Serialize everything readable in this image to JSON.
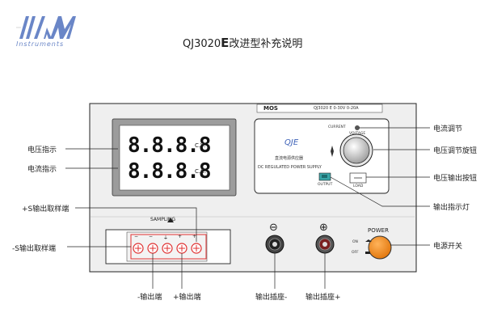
{
  "header": {
    "logo_text": "IIM",
    "logo_sub": "Instruments",
    "title_prefix": "QJ3020",
    "title_letter": "E",
    "title_suffix": "改进型补充说明"
  },
  "panel": {
    "top_bar": {
      "brand": "MOS",
      "model": "QJ3020 E 0-30V 0-20A"
    },
    "meters": {
      "voltage_digits": "8.8.8.8",
      "voltage_unit": "C.V.",
      "current_digits": "8.8.8.8",
      "current_unit": "C.C."
    },
    "sampling_label": "SAMPLING",
    "terminal_signs": [
      "−",
      "−",
      "⏚",
      "+",
      "+"
    ],
    "control_box": {
      "current_label": "CURRENT",
      "voltage_label": "VOLTAGE",
      "brand_mark": "QJE",
      "cn_name": "直流电源供应器",
      "en_name": "DC REGULATED POWER SUPPLY",
      "output_label": "OUTPUT",
      "load_label": "LOAD"
    },
    "neg_symbol": "⊖",
    "pos_symbol": "⊕",
    "power": {
      "label": "POWER",
      "on_label": "ON",
      "off_label": "OFF"
    }
  },
  "annotations": {
    "left": {
      "voltage_display": "电压指示",
      "current_display": "电流指示",
      "plus_s": "+S输出取样端",
      "minus_s": "-S输出取样端"
    },
    "right": {
      "current_adjust": "电流调节",
      "voltage_adjust": "电压调节旋钮",
      "voltage_out_button": "电压输出按钮",
      "output_lamp": "输出指示灯",
      "power_switch": "电源开关"
    },
    "bottom": {
      "minus_out": "-输出端",
      "plus_out": "+输出端",
      "neg_socket": "输出插座-",
      "pos_socket": "输出插座+"
    }
  },
  "colors": {
    "terminal_red": "#e03030",
    "power_orange": "#f08a1e",
    "brand_blue": "#3f63b8",
    "output_teal": "#3aa6a8",
    "panel_gray": "#ececec"
  }
}
